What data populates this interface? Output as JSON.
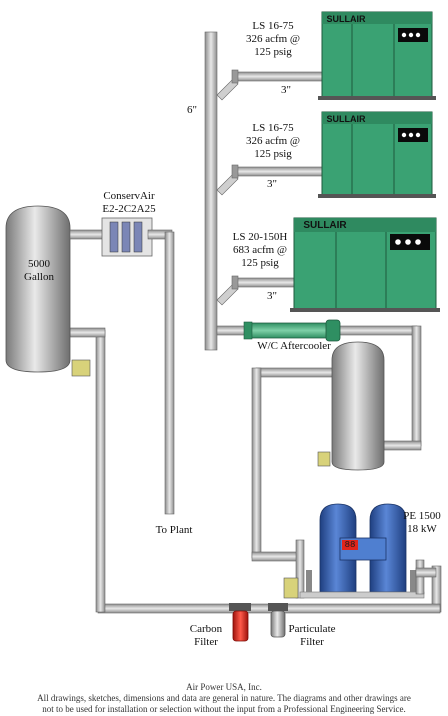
{
  "compressors": [
    {
      "model": "LS 16-75",
      "flow": "326 acfm @",
      "pressure": "125 psig",
      "pipe": "3\"",
      "brand": "SULLAIR"
    },
    {
      "model": "LS 16-75",
      "flow": "326 acfm @",
      "pressure": "125 psig",
      "pipe": "3\"",
      "brand": "SULLAIR"
    },
    {
      "model": "LS 20-150H",
      "flow": "683 acfm @",
      "pressure": "125 psig",
      "pipe": "3\"",
      "brand": "SULLAIR"
    }
  ],
  "header_pipe_size": "6\"",
  "tank": {
    "line1": "5000",
    "line2": "Gallon"
  },
  "drain_unit": {
    "line1": "ConservAir",
    "line2": "E2-2C2A25"
  },
  "to_plant": "To Plant",
  "aftercooler": "W/C Aftercooler",
  "dryer": {
    "line1": "PE 1500",
    "line2": "18 kW",
    "display": "88"
  },
  "carbon_filter": {
    "line1": "Carbon",
    "line2": "Filter"
  },
  "particulate_filter": {
    "line1": "Particulate",
    "line2": "Filter"
  },
  "footer": {
    "company": "Air Power USA, Inc.",
    "line1": "All drawings, sketches, dimensions and data are general in nature.  The diagrams and other drawings are",
    "line2": "not to be used for installation or selection without the input from a Professional Engineering Service."
  },
  "colors": {
    "pipe": "#b9b9b9",
    "compressor": "#3aa273",
    "dryer": "#2e5aa8",
    "filter_red": "#e0241b",
    "aftercooler": "#4caf50"
  }
}
